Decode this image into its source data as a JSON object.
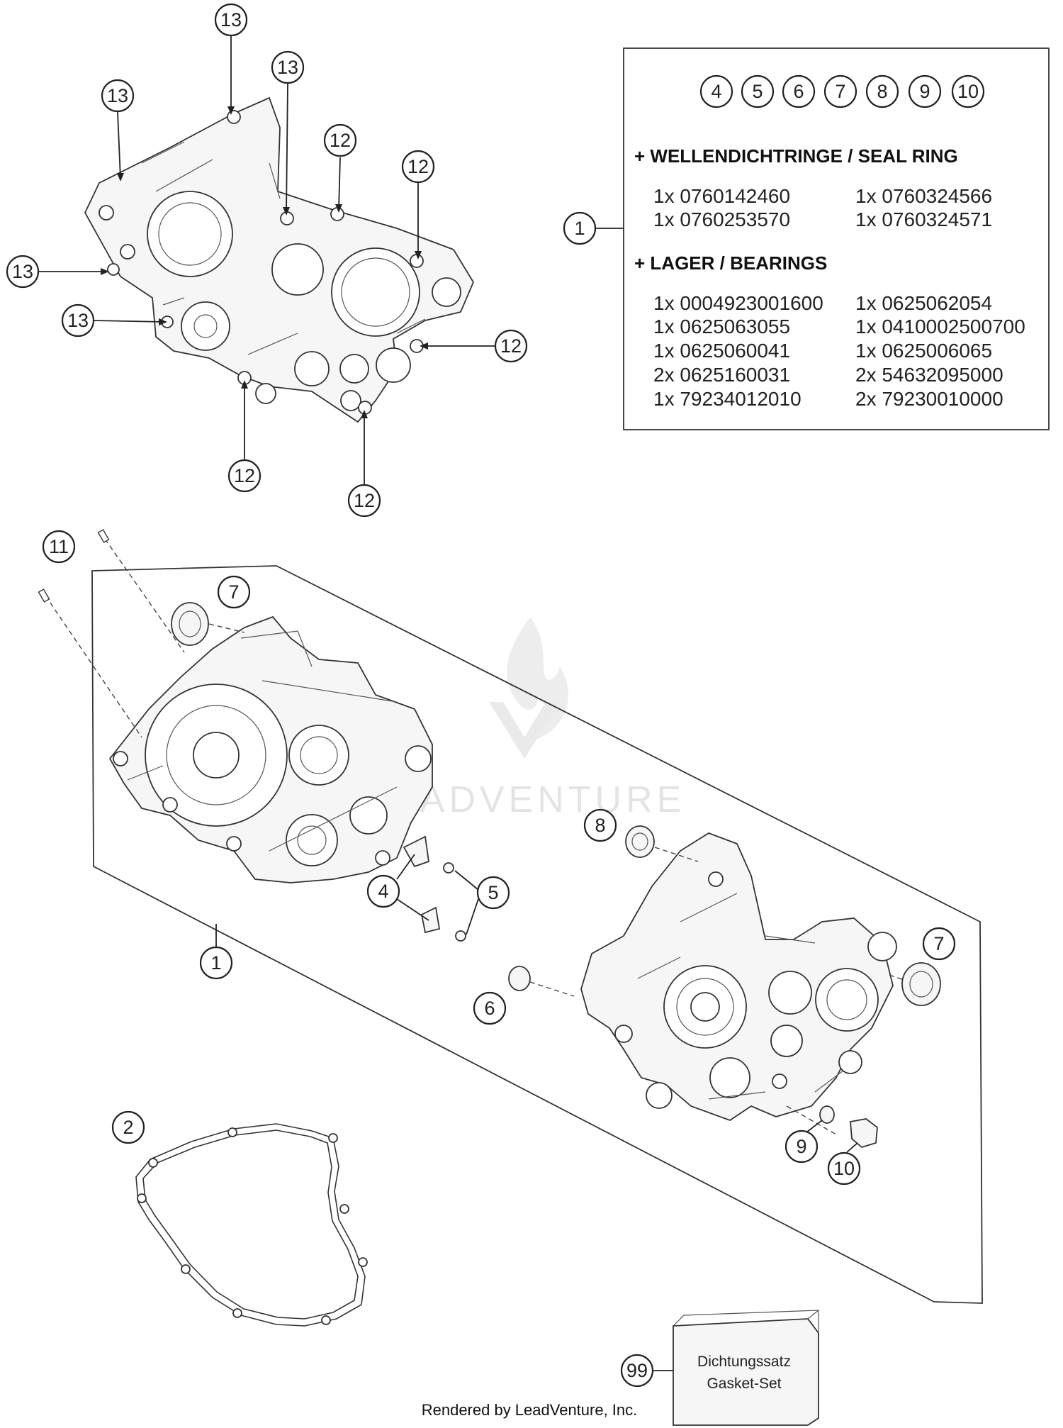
{
  "callouts": {
    "top_13a": "13",
    "top_13b": "13",
    "top_13c": "13",
    "top_13d": "13",
    "top_13e": "13",
    "top_12a": "12",
    "top_12b": "12",
    "top_12c": "12",
    "top_12d": "12",
    "top_12e": "12",
    "box_1": "1",
    "c11": "11",
    "c7a": "7",
    "c4": "4",
    "c5": "5",
    "c1": "1",
    "c8": "8",
    "c7b": "7",
    "c6": "6",
    "c9": "9",
    "c10": "10",
    "c2": "2",
    "c99": "99"
  },
  "box": {
    "numbers": [
      "4",
      "5",
      "6",
      "7",
      "8",
      "9",
      "10"
    ],
    "seal_heading": "+ WELLENDICHTRINGE / SEAL RING",
    "seal_left": [
      "1x 0760142460",
      "1x 0760253570"
    ],
    "seal_right": [
      "1x 0760324566",
      "1x 0760324571"
    ],
    "bearing_heading": "+ LAGER / BEARINGS",
    "bearing_left": [
      "1x 0004923001600",
      "1x 0625063055",
      "1x 0625060041",
      "2x 0625160031",
      "1x 79234012010"
    ],
    "bearing_right": [
      "1x 0625062054",
      "1x 0410002500700",
      "1x 0625006065",
      "2x 54632095000",
      "2x 79230010000"
    ]
  },
  "gasket_set": {
    "line1": "Dichtungssatz",
    "line2": "Gasket-Set"
  },
  "watermark": "ADVENTURE",
  "credit": "Rendered by LeadVenture, Inc."
}
